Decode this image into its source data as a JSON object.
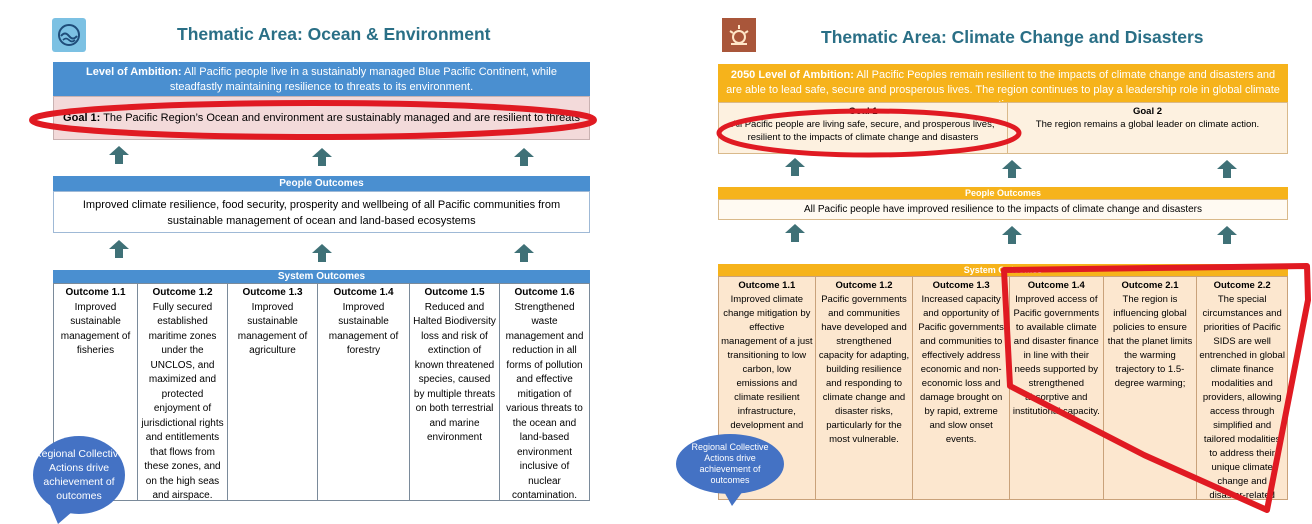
{
  "left": {
    "title": "Thematic Area: Ocean & Environment",
    "logo_icon": "ocean-wave-icon",
    "ambition_label": "Level of Ambition:",
    "ambition_text": " All Pacific people live in a sustainably managed Blue Pacific Continent, while steadfastly maintaining resilience to threats to its environment.",
    "goal_label": "Goal 1:",
    "goal_text": " The Pacific Region’s Ocean and environment are sustainably managed and are resilient to threats",
    "people_header": "People Outcomes",
    "people_text": "Improved climate resilience, food security, prosperity and wellbeing of all Pacific communities from sustainable management of ocean and land-based ecosystems",
    "system_header": "System Outcomes",
    "outcomes": [
      {
        "title": "Outcome 1.1",
        "text": "Improved sustainable management of fisheries"
      },
      {
        "title": "Outcome 1.2",
        "text": "Fully secured established maritime zones under the UNCLOS, and maximized and protected enjoyment of jurisdictional rights and entitlements that flows from these zones, and on the high seas and airspace."
      },
      {
        "title": "Outcome 1.3",
        "text": "Improved sustainable management of agriculture"
      },
      {
        "title": "Outcome 1.4",
        "text": "Improved sustainable management of forestry"
      },
      {
        "title": "Outcome 1.5",
        "text": "Reduced and Halted Biodiversity loss and risk of extinction of known threatened species, caused by multiple threats on both terrestrial and marine environment"
      },
      {
        "title": "Outcome 1.6",
        "text": "Strengthened waste management and reduction in all forms of pollution and effective mitigation of various threats to the ocean and land-based environment inclusive of nuclear contamination."
      }
    ],
    "bubble_text": "Regional Collective Actions drive achievement of outcomes"
  },
  "right": {
    "title": "Thematic Area: Climate Change and Disasters",
    "logo_icon": "sun-weather-icon",
    "ambition_label": "2050 Level of Ambition:",
    "ambition_text": " All Pacific Peoples remain resilient to the impacts of climate change and disasters and are able to lead safe, secure and prosperous lives. The region continues to play a leadership role in global climate action.",
    "goals": [
      {
        "title": "Goal 1",
        "text": "All Pacific people are living safe, secure, and prosperous lives, resilient to the impacts of climate change and disasters"
      },
      {
        "title": "Goal 2",
        "text": "The region remains a global leader on climate action."
      }
    ],
    "people_header": "People Outcomes",
    "people_text": "All Pacific people have improved resilience to the impacts of climate change and disasters",
    "system_header": "System Outcomes",
    "outcomes": [
      {
        "title": "Outcome 1.1",
        "text": "Improved climate change mitigation by effective management of a just transitioning to low carbon, low emissions and climate resilient infrastructure, development and"
      },
      {
        "title": "Outcome 1.2",
        "text": "Pacific governments and communities have developed and strengthened capacity for adapting, building resilience and responding to climate change and disaster risks, particularly for the most vulnerable."
      },
      {
        "title": "Outcome 1.3",
        "text": "Increased capacity and opportunity of Pacific governments and communities to effectively address economic and non-economic loss and damage brought on by rapid, extreme and slow onset events."
      },
      {
        "title": "Outcome 1.4",
        "text": "Improved access of Pacific governments to available climate and disaster finance in line with their needs supported by strengthened absorptive and institutional capacity."
      },
      {
        "title": "Outcome 2.1",
        "text": "The region is influencing global policies to ensure that the planet limits the warming trajectory to 1.5-degree warming;"
      },
      {
        "title": "Outcome 2.2",
        "text": "The special circumstances and priorities of Pacific SIDS are well entrenched in global climate finance modalities and providers, allowing access through simplified and tailored modalities to address their unique climate change and disaster-related challenges."
      }
    ],
    "bubble_text": "Regional Collective Actions drive achievement of outcomes"
  },
  "colors": {
    "ocean_blue": "#4a8fd0",
    "ocean_goal_bg": "#f3dada",
    "ocean_system_bg": "#ffffff",
    "climate_amber": "#f6b31b",
    "climate_goal_bg": "#fdf1e0",
    "climate_system_bg": "#fce7cf",
    "arrow": "#3f7177",
    "highlight_red": "#e01a22",
    "bubble_blue": "#4472c4",
    "title_teal": "#2a6f86"
  }
}
